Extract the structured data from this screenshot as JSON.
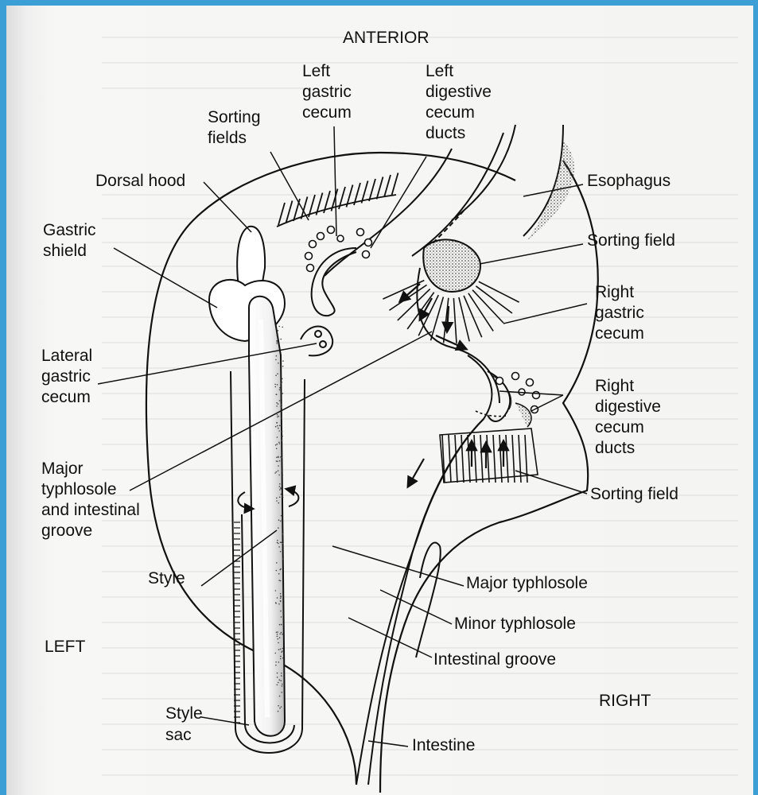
{
  "diagram": {
    "orientation": {
      "anterior": "ANTERIOR",
      "left": "LEFT",
      "right": "RIGHT"
    },
    "labels": {
      "left_gastric_cecum": "Left\ngastric\ncecum",
      "left_digestive_cecum_ducts": "Left\ndigestive\ncecum\nducts",
      "sorting_fields": "Sorting\nfields",
      "dorsal_hood": "Dorsal hood",
      "esophagus": "Esophagus",
      "gastric_shield": "Gastric\nshield",
      "sorting_field_top": "Sorting field",
      "right_gastric_cecum": "Right\ngastric\ncecum",
      "lateral_gastric_cecum": "Lateral\ngastric\ncecum",
      "right_digestive_cecum_ducts": "Right\ndigestive\ncecum\nducts",
      "major_typhlosole_and_groove": "Major\ntyphlosole\nand intestinal\ngroove",
      "sorting_field_bottom": "Sorting field",
      "style": "Style",
      "major_typhlosole": "Major typhlosole",
      "minor_typhlosole": "Minor typhlosole",
      "intestinal_groove": "Intestinal groove",
      "style_sac": "Style\nsac",
      "intestine": "Intestine"
    }
  }
}
